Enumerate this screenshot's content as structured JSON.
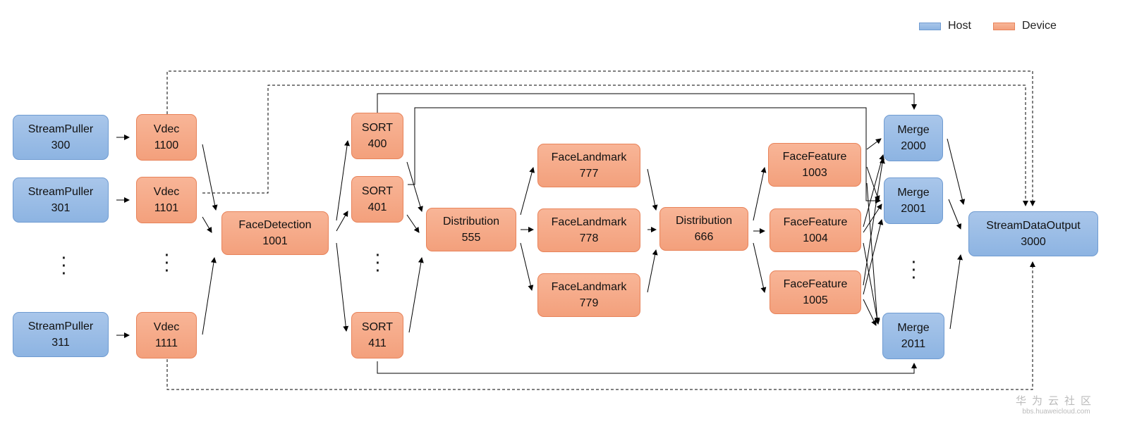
{
  "legend": [
    {
      "label": "Host",
      "color": "#8db4e2"
    },
    {
      "label": "Device",
      "color": "#f3a07c"
    }
  ],
  "nodes": {
    "sp300": {
      "name": "StreamPuller",
      "id": "300",
      "type": "host"
    },
    "sp301": {
      "name": "StreamPuller",
      "id": "301",
      "type": "host"
    },
    "sp311": {
      "name": "StreamPuller",
      "id": "311",
      "type": "host"
    },
    "vd1100": {
      "name": "Vdec",
      "id": "1100",
      "type": "device"
    },
    "vd1101": {
      "name": "Vdec",
      "id": "1101",
      "type": "device"
    },
    "vd1111": {
      "name": "Vdec",
      "id": "1111",
      "type": "device"
    },
    "fd1001": {
      "name": "FaceDetection",
      "id": "1001",
      "type": "device"
    },
    "so400": {
      "name": "SORT",
      "id": "400",
      "type": "device"
    },
    "so401": {
      "name": "SORT",
      "id": "401",
      "type": "device"
    },
    "so411": {
      "name": "SORT",
      "id": "411",
      "type": "device"
    },
    "di555": {
      "name": "Distribution",
      "id": "555",
      "type": "device"
    },
    "fl777": {
      "name": "FaceLandmark",
      "id": "777",
      "type": "device"
    },
    "fl778": {
      "name": "FaceLandmark",
      "id": "778",
      "type": "device"
    },
    "fl779": {
      "name": "FaceLandmark",
      "id": "779",
      "type": "device"
    },
    "di666": {
      "name": "Distribution",
      "id": "666",
      "type": "device"
    },
    "ff1003": {
      "name": "FaceFeature",
      "id": "1003",
      "type": "device"
    },
    "ff1004": {
      "name": "FaceFeature",
      "id": "1004",
      "type": "device"
    },
    "ff1005": {
      "name": "FaceFeature",
      "id": "1005",
      "type": "device"
    },
    "mg2000": {
      "name": "Merge",
      "id": "2000",
      "type": "host"
    },
    "mg2001": {
      "name": "Merge",
      "id": "2001",
      "type": "host"
    },
    "mg2011": {
      "name": "Merge",
      "id": "2011",
      "type": "host"
    },
    "sdo3000": {
      "name": "StreamDataOutput",
      "id": "3000",
      "type": "host"
    }
  },
  "ellipsis": "⋮",
  "watermark": {
    "line1": "华为云社区",
    "line2": "bbs.huaweicloud.com"
  }
}
